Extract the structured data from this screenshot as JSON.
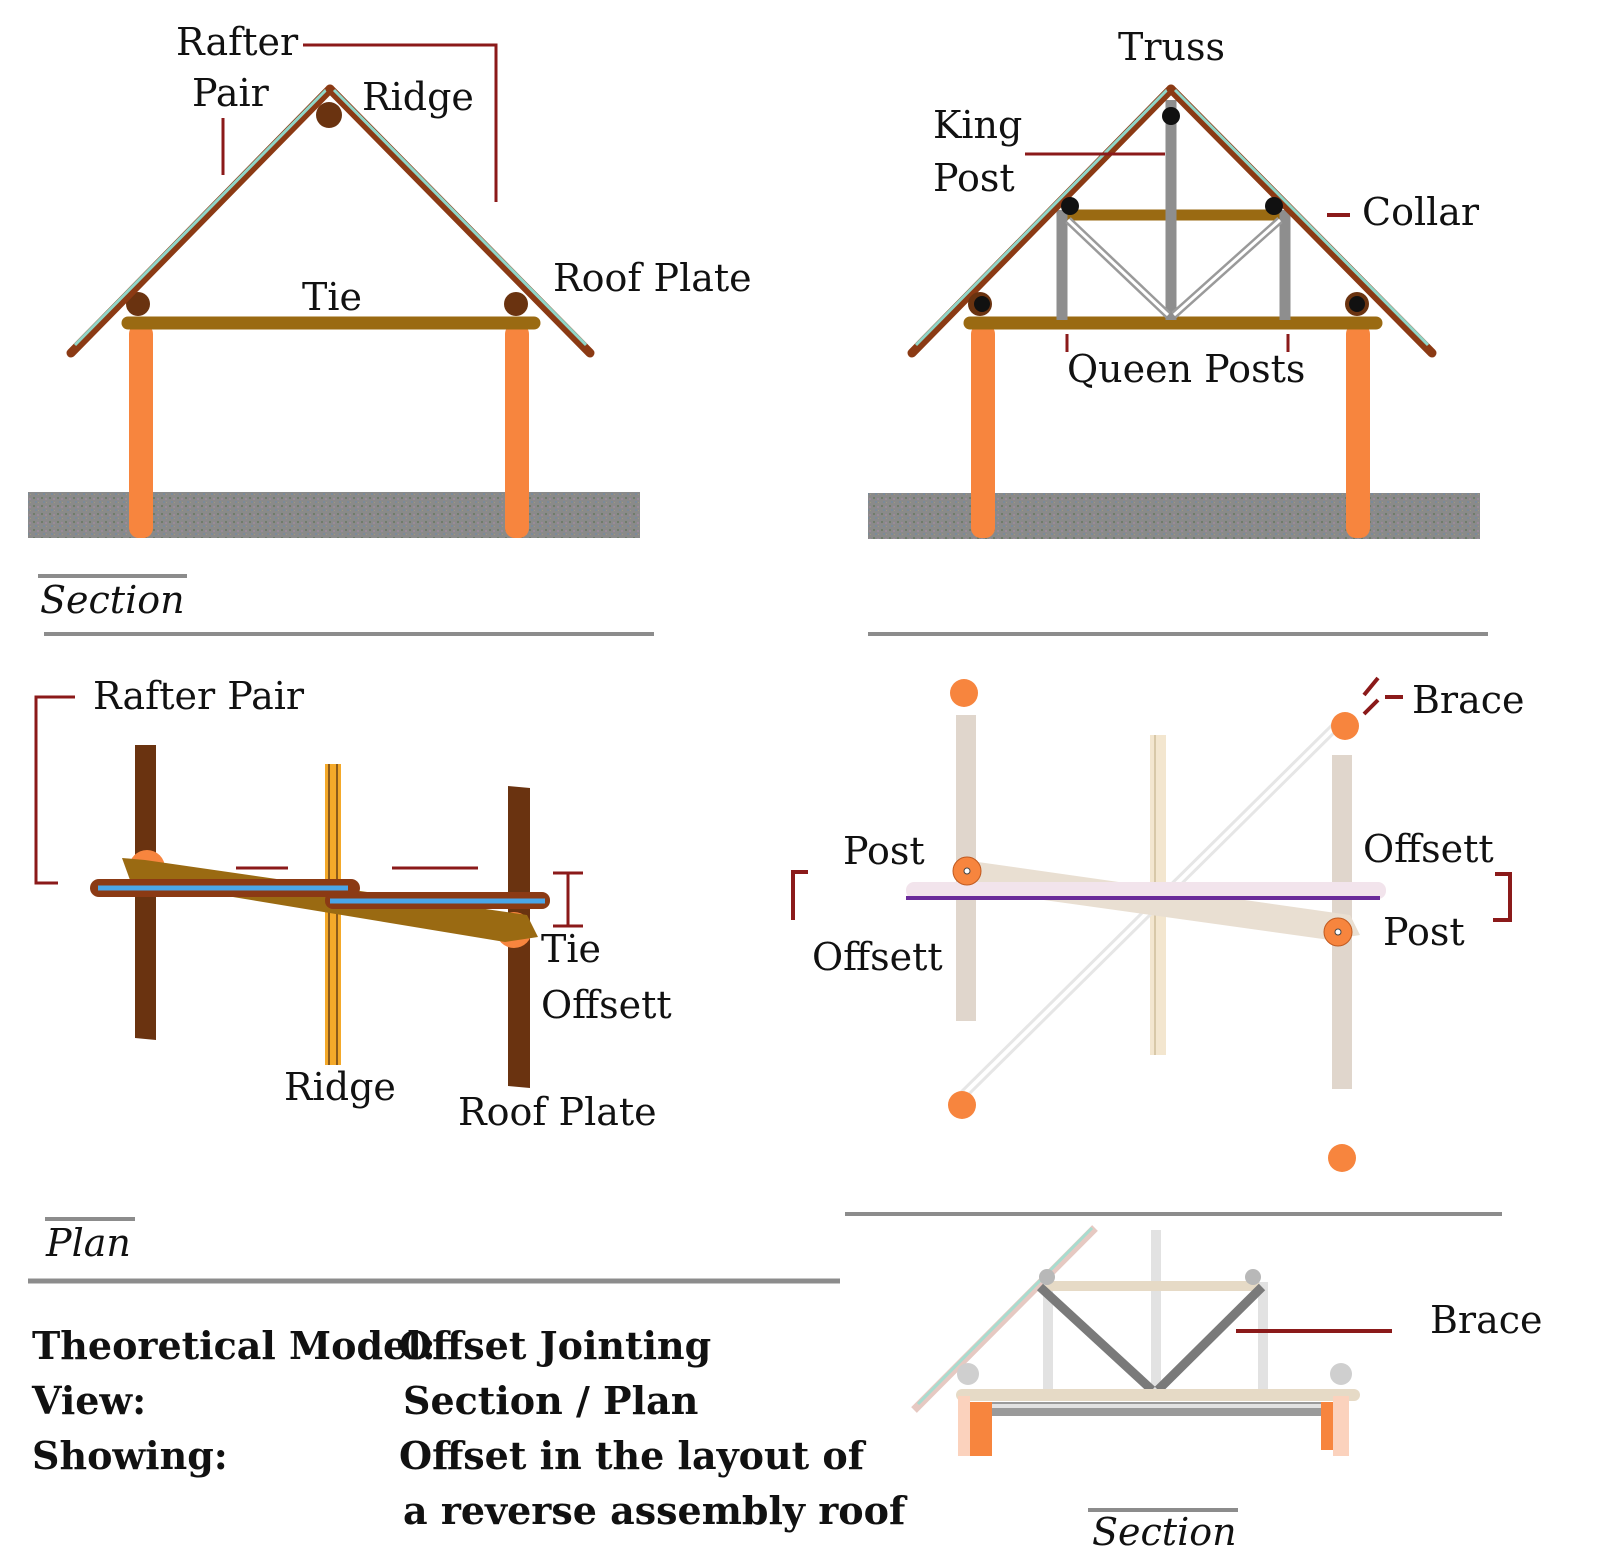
{
  "labels": {
    "s1_rafter": "Rafter",
    "s1_pair": "Pair",
    "s1_ridge": "Ridge",
    "s1_tie": "Tie",
    "s1_roof_plate": "Roof Plate",
    "s2_truss": "Truss",
    "s2_king": "King",
    "s2_post": "Post",
    "s2_collar": "Collar",
    "s2_queen_posts": "Queen Posts",
    "p1_rafter_pair": "Rafter Pair",
    "p1_tie": "Tie",
    "p1_offsett": "Offsett",
    "p1_ridge": "Ridge",
    "p1_roof_plate": "Roof Plate",
    "p2_brace": "Brace",
    "p2_post_left": "Post",
    "p2_offsett_right": "Offsett",
    "p2_offsett_left": "Offsett",
    "p2_post_right": "Post",
    "s3_brace": "Brace"
  },
  "captions": {
    "section_top": "Section",
    "plan": "Plan",
    "section_bottom": "Section"
  },
  "description": {
    "row1_key": "Theoretical Model:",
    "row1_val": "Offset Jointing",
    "row2_key": "View:",
    "row2_val": "Section / Plan",
    "row3_key": "Showing:",
    "row3_val": "Offset in the layout of",
    "row4_val": "a reverse assembly roof"
  },
  "colors": {
    "leader": "#8b1a1a",
    "post": "#f7853e",
    "rafter": "#8b3a14",
    "rafter_trim": "#8fd6c8",
    "tie": "#9a6a12",
    "king_post": "#8e8e8e",
    "ground": "#8a8a8a",
    "rule": "#8c8c8c",
    "ridge_plan": "#f4a92a",
    "plate_plan": "#5a2a0a",
    "blue_line": "#4aa6e8",
    "purple_line": "#6a2a9a",
    "faded": "#e0d6cc"
  }
}
